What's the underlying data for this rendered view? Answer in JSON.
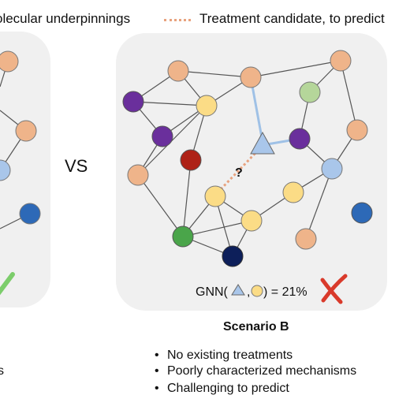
{
  "legend": {
    "molecular_label": "olecular underpinnings",
    "treatment_label": "Treatment candidate, to predict"
  },
  "vs_label": "VS",
  "scenario_b": {
    "title": "Scenario B",
    "bullets": [
      "No existing treatments",
      "Poorly characterized mechanisms",
      "Challenging to predict"
    ],
    "question_mark": "?",
    "formula": {
      "prefix": "GNN(",
      "separator": ",",
      "suffix": ") = 21%"
    },
    "result_icon": "red-x-cross-icon"
  },
  "left_panel_fragment": {
    "cut_text": "s",
    "check_icon": "green-check-icon"
  },
  "colors": {
    "panel_bg": "#f0f0f0",
    "orange": "#efb48a",
    "purple": "#6a2f9c",
    "yellow": "#fbdc86",
    "green_light": "#b5d69a",
    "green": "#4aa54a",
    "red": "#ae2217",
    "light_blue": "#a9c6ea",
    "blue": "#2d69b7",
    "navy": "#0d1f5a",
    "treatment_link": "#e8a27e",
    "highlight_edge": "#9fc1e6",
    "check": "#7ccd6b",
    "cross": "#d93a2b"
  }
}
